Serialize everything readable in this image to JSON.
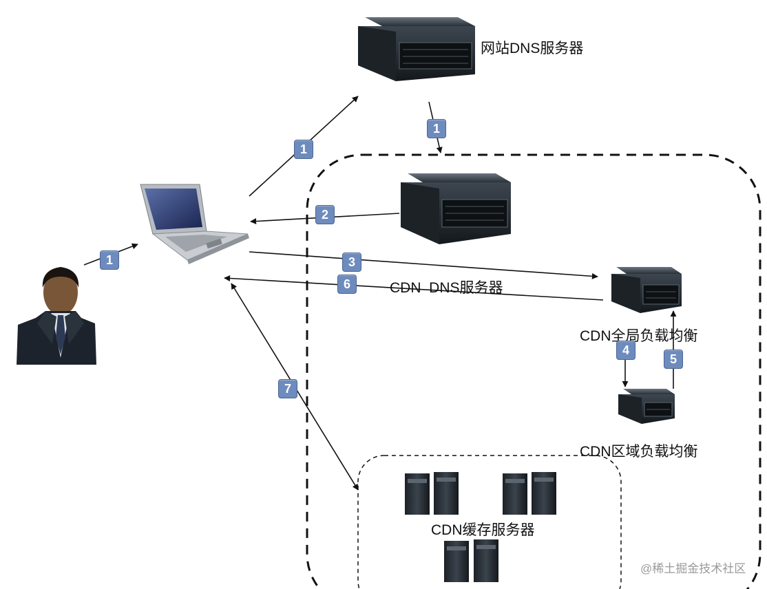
{
  "labels": {
    "site_dns": "网站DNS服务器",
    "cdn_dns": "CDN  DNS服务器",
    "cdn_global_lb": "CDN全局负载均衡",
    "cdn_region_lb": "CDN区域负载均衡",
    "cdn_cache": "CDN缓存服务器"
  },
  "steps": {
    "user_to_laptop": "1",
    "laptop_to_site_dns": "1",
    "site_dns_to_cdn": "1",
    "cdn_dns_to_laptop": "2",
    "laptop_to_global_lb": "3",
    "global_to_region": "4",
    "region_to_global": "5",
    "global_lb_to_laptop": "6",
    "laptop_cache": "7"
  },
  "watermark": "@稀土掘金技术社区",
  "colors": {
    "badge": "#6d8bbd",
    "line": "#111111"
  }
}
